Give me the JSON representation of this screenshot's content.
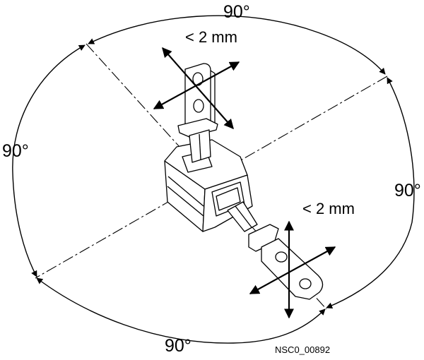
{
  "angles": {
    "top": "90°",
    "left": "90°",
    "right": "90°",
    "bottom": "90°"
  },
  "tolerances": {
    "upper": "< 2 mm",
    "lower": "< 2 mm"
  },
  "reference": "NSC0_00892"
}
